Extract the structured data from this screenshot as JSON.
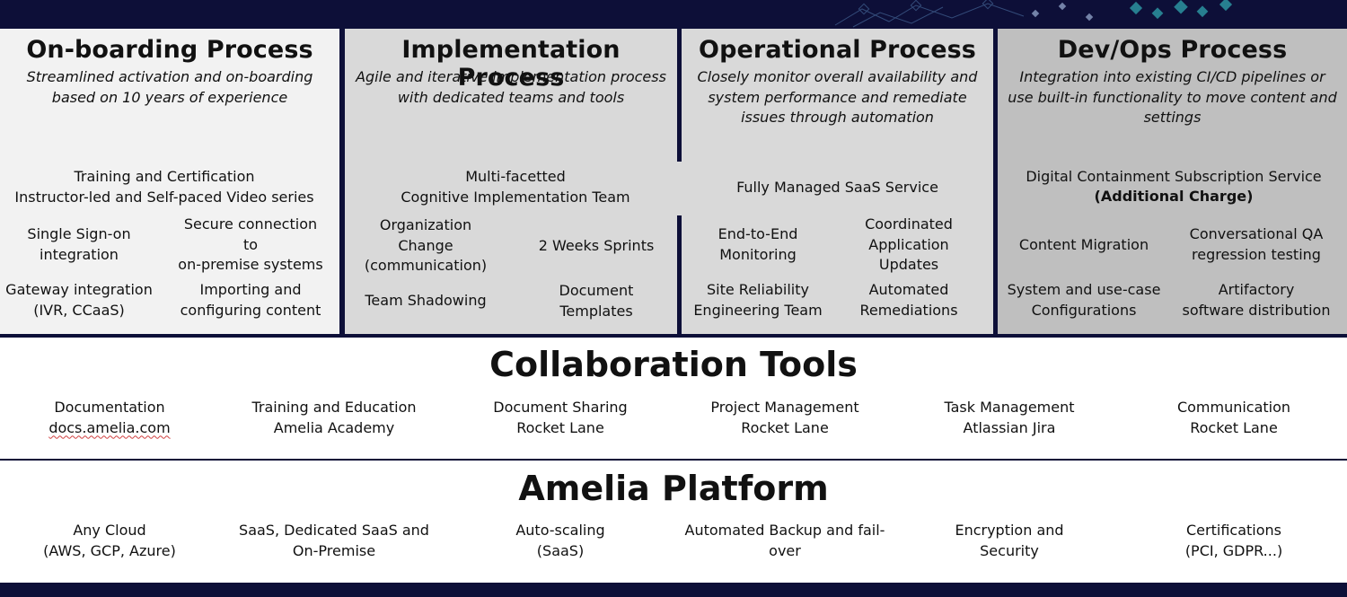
{
  "processes": [
    {
      "title": "On-boarding Process",
      "subtitle": "Streamlined activation and on-boarding based on 10 years of experience",
      "items": [
        "Training and Certification\nInstructor-led and Self-paced Video series",
        "Single Sign-on\nintegration",
        "Secure connection\nto\non-premise systems",
        "Gateway integration\n(IVR, CCaaS)",
        "Importing and\nconfiguring  content"
      ]
    },
    {
      "title": "Implementation Process",
      "subtitle": "Agile and iterative implementation process with dedicated teams and tools",
      "items": [
        "Multi-facetted\nCognitive Implementation Team",
        "Organization\nChange\n(communication)",
        "2 Weeks Sprints",
        "Team Shadowing",
        "Document\nTemplates"
      ]
    },
    {
      "title": "Operational Process",
      "subtitle": "Closely monitor overall availability and system performance and remediate issues through automation",
      "items": [
        "Fully Managed SaaS Service",
        "End-to-End\nMonitoring",
        "Coordinated\nApplication\nUpdates",
        "Site Reliability\nEngineering Team",
        "Automated\nRemediations"
      ]
    },
    {
      "title": "Dev/Ops Process",
      "subtitle": "Integration into existing CI/CD pipelines or use built-in functionality to move content and settings",
      "items": [
        "Digital Containment Subscription Service",
        "(Additional Charge)",
        "Content Migration",
        "Conversational QA\nregression testing",
        "System and use-case\nConfigurations",
        "Artifactory\nsoftware distribution"
      ]
    }
  ],
  "collaboration": {
    "title": "Collaboration Tools",
    "items": [
      {
        "label": "Documentation",
        "value": "docs.amelia.com"
      },
      {
        "label": "Training and Education",
        "value": "Amelia Academy"
      },
      {
        "label": "Document Sharing",
        "value": "Rocket Lane"
      },
      {
        "label": "Project Management",
        "value": "Rocket Lane"
      },
      {
        "label": "Task Management",
        "value": "Atlassian Jira"
      },
      {
        "label": "Communication",
        "value": "Rocket Lane"
      }
    ]
  },
  "platform": {
    "title": "Amelia Platform",
    "items": [
      "Any Cloud\n(AWS, GCP, Azure)",
      "SaaS, Dedicated SaaS and\nOn-Premise",
      "Auto-scaling\n(SaaS)",
      "Automated Backup and fail-\nover",
      "Encryption and\nSecurity",
      "Certifications\n(PCI, GDPR...)"
    ]
  },
  "colors": {
    "navy": "#0d0f38",
    "panel_light": "#f2f2f2",
    "panel_mid": "#d9d9d9",
    "panel_dark": "#bfbfbf"
  }
}
